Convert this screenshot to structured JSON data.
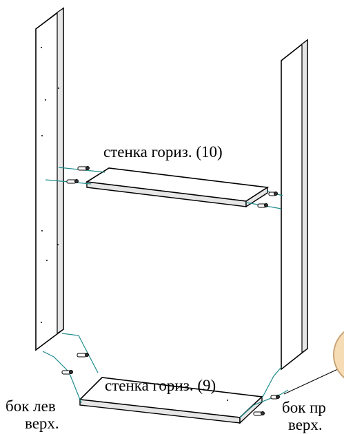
{
  "labels": {
    "shelf_top": "стенка гориз. (10)",
    "shelf_bottom": "стенка гориз. (9)",
    "side_left_line1": "бок лев",
    "side_left_line2": "верх.",
    "side_right_line1": "бок пр",
    "side_right_line2": "верх."
  },
  "colors": {
    "outline": "#000000",
    "panel_fill": "#ffffff",
    "panel_shade": "#e6e6e6",
    "connector": "#1f8c8c",
    "callout_fill": "#f6dcb4",
    "callout_stroke": "#c9a57a"
  }
}
